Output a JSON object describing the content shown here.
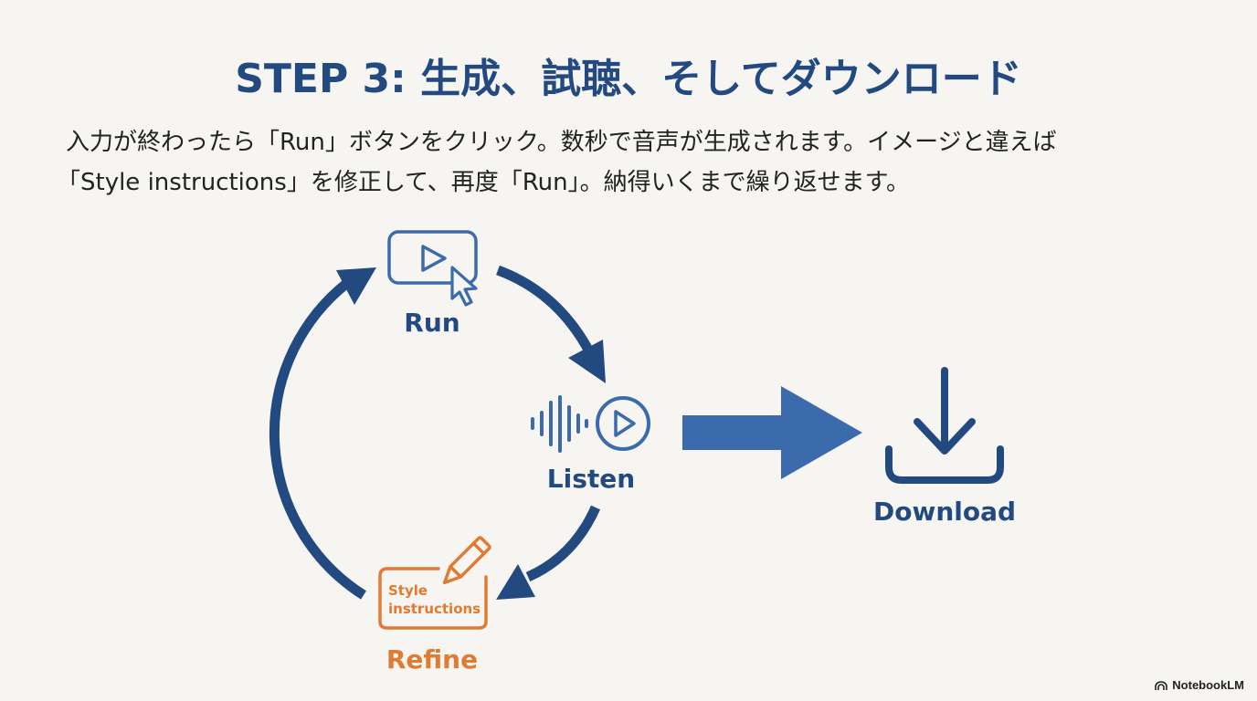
{
  "title": "STEP 3: 生成、試聴、そしてダウンロード",
  "description": {
    "line1": "入力が終わったら「Run」ボタンをクリック。数秒で音声が生成されます。イメージと違えば",
    "line2": "「Style instructions」を修正して、再度「Run」。納得いくまで繰り返せます。"
  },
  "diagram": {
    "steps": [
      {
        "id": "run",
        "label": "Run",
        "icon": "play-cursor-icon"
      },
      {
        "id": "listen",
        "label": "Listen",
        "icon": "waveform-play-icon"
      },
      {
        "id": "refine",
        "label": "Refine",
        "icon": "pencil-edit-icon",
        "box_text_line1": "Style",
        "box_text_line2": "instructions"
      },
      {
        "id": "download",
        "label": "Download",
        "icon": "download-icon"
      }
    ],
    "flow": [
      "Run → Listen",
      "Listen → Refine",
      "Refine → Run",
      "Listen → Download"
    ],
    "colors": {
      "primary": "#234a80",
      "arrow_blue": "#3b6aad",
      "accent_orange": "#e07b34"
    }
  },
  "brand": {
    "name": "NotebookLM"
  }
}
